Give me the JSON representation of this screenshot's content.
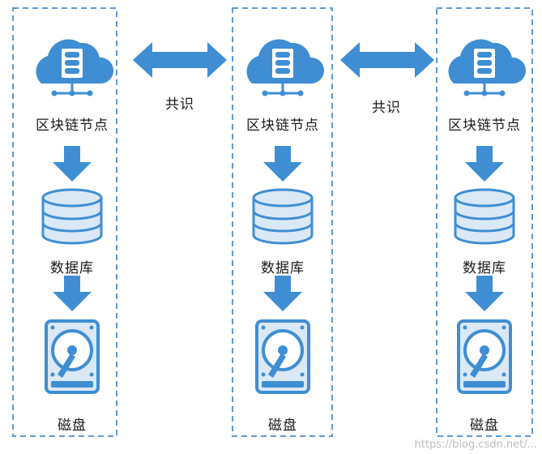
{
  "nodes": [
    {
      "node_label": "区块链节点",
      "db_label": "数据库",
      "disk_label": "磁盘"
    },
    {
      "node_label": "区块链节点",
      "db_label": "数据库",
      "disk_label": "磁盘"
    },
    {
      "node_label": "区块链节点",
      "db_label": "数据库",
      "disk_label": "磁盘"
    }
  ],
  "consensus": [
    {
      "label": "共识"
    },
    {
      "label": "共识"
    }
  ],
  "watermark": "https://blog.csdn.net/...",
  "colors": {
    "primary": "#3f8ed3",
    "primary_light": "#dbe8f6",
    "border_dash": "#5b9bd5",
    "icon_white": "#ffffff"
  },
  "icons": {
    "cloud": "cloud-database-icon",
    "database": "database-icon",
    "disk": "hard-disk-icon",
    "arrow_down": "arrow-down-icon",
    "arrow_double": "double-arrow-icon"
  }
}
